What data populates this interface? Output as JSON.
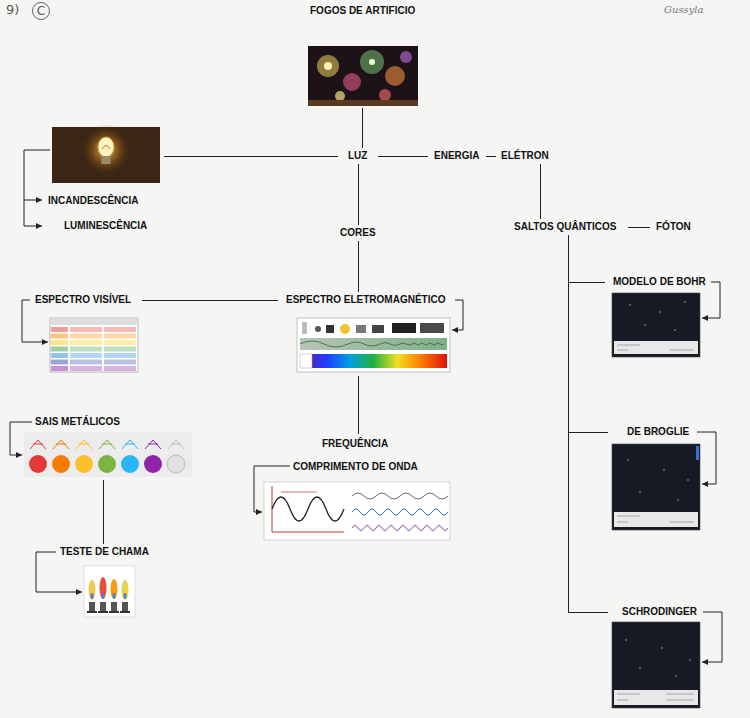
{
  "diagram": {
    "nodes": [
      {
        "text": [
          "FOGOS DE ARTIFICIO"
        ]
      },
      {
        "text": [
          "INCANDESCÊNCIA",
          "LUMINESCÊNCIA"
        ]
      },
      {
        "text": [
          "LUZ"
        ]
      },
      {
        "text": [
          "ENERGIA"
        ]
      },
      {
        "text": [
          "ELÉTRON"
        ]
      },
      {
        "text": [
          "CORES"
        ]
      },
      {
        "text": [
          "SALTOS QUÂNTICOS"
        ]
      },
      {
        "text": [
          "FÓTON"
        ]
      },
      {
        "text": [
          "MODELO DE BOHR"
        ]
      },
      {
        "text": [
          "ESPECTRO VISÍVEL"
        ]
      },
      {
        "text": [
          "ESPECTRO ELETROMAGNÉTICO"
        ]
      },
      {
        "text": [
          "SAIS METÁLICOS"
        ]
      },
      {
        "text": [
          "FREQUÊNCIA",
          "COMPRIMENTO DE ONDA"
        ]
      },
      {
        "text": [
          "DE BROGLIE"
        ]
      },
      {
        "text": [
          "TESTE DE CHAMA"
        ]
      },
      {
        "text": [
          "SCHRODINGER"
        ]
      }
    ],
    "edges": [
      {
        "from": 0,
        "to": 2,
        "arrow": "none"
      },
      {
        "from": 2,
        "to": 1,
        "arrow": "none"
      },
      {
        "from": 2,
        "to": 3,
        "arrow": "none"
      },
      {
        "from": 3,
        "to": 4,
        "arrow": "none"
      },
      {
        "from": 2,
        "to": 5,
        "arrow": "none"
      },
      {
        "from": 5,
        "to": 10,
        "arrow": "none"
      },
      {
        "from": 9,
        "to": 10,
        "arrow": "none"
      },
      {
        "from": 10,
        "to": 12,
        "arrow": "none"
      },
      {
        "from": 11,
        "to": 14,
        "arrow": "none"
      },
      {
        "from": 4,
        "to": 6,
        "arrow": "none"
      },
      {
        "from": 6,
        "to": 7,
        "arrow": "none"
      },
      {
        "from": 6,
        "to": 8,
        "arrow": "none"
      },
      {
        "from": 6,
        "to": 13,
        "arrow": "none"
      },
      {
        "from": 6,
        "to": 15,
        "arrow": "none"
      }
    ],
    "labels": [
      "9)",
      "C",
      "Gussyla"
    ]
  }
}
